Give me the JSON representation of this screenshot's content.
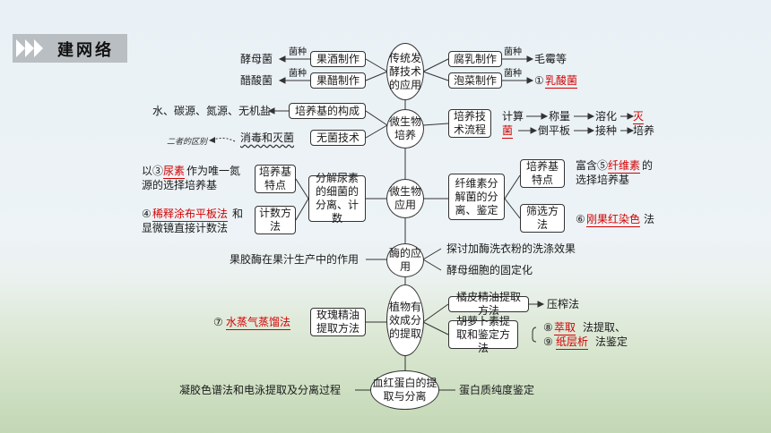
{
  "header": {
    "title": "建网络"
  },
  "center": {
    "n1": "传统发酵技术的应用",
    "n2": "微生物培养",
    "n3": "微生物应用",
    "n4": "酶的应用",
    "n5": "植物有效成分的提取",
    "n6": "血红蛋白的提取与分离"
  },
  "s1": {
    "wine": "果酒制作",
    "vinegar": "果醋制作",
    "yeast": "酵母菌",
    "acetic": "醋酸菌",
    "strain": "菌种",
    "sufu": "腐乳制作",
    "pickle": "泡菜制作",
    "mold": "毛霉等",
    "ans1_num": "①",
    "ans1": "乳酸菌"
  },
  "s2": {
    "medium": "培养基的构成",
    "medium_parts": "水、碳源、氮源、无机盐",
    "sterile": "无菌技术",
    "disinfect": "消毒和灭菌",
    "note": "二者的区别",
    "flow": "培养技术流程",
    "calc": "计算",
    "weigh": "称量",
    "dissolve": "溶化",
    "ans2a": "灭",
    "ans2b": "菌",
    "plate": "倒平板",
    "inoc": "接种",
    "culture": "培养"
  },
  "s3": {
    "urea_box": "分解尿素的细菌的分离、计数",
    "medium_feat": "培养基特点",
    "ans3_pre": "以③",
    "ans3": "尿素",
    "ans3_post": "作为唯一氮",
    "ans3_line2": "源的选择培养基",
    "count": "计数方法",
    "ans4_num": "④",
    "ans4": "稀释涂布平板法",
    "ans4_post": "和",
    "ans4_line2": "显微镜直接计数法",
    "cell_box": "纤维素分解菌的分离、鉴定",
    "feat2": "培养基特点",
    "ans5_pre": "富含⑤",
    "ans5": "纤维素",
    "ans5_post": "的",
    "ans5_line2": "选择培养基",
    "screen": "筛选方法",
    "ans6_num": "⑥",
    "ans6": "刚果红染色",
    "ans6_post": "法"
  },
  "s4": {
    "pectin": "果胶酶在果汁生产中的作用",
    "wash": "探讨加酶洗衣粉的洗涤效果",
    "immob": "酵母细胞的固定化"
  },
  "s5": {
    "rose": "玫瑰精油提取方法",
    "ans7_num": "⑦",
    "ans7": "水蒸气蒸馏法",
    "orange": "橘皮精油提取方法",
    "press": "压榨法",
    "carrot": "胡萝卜素提取和鉴定方法",
    "ans8_num": "⑧",
    "ans8": "萃取",
    "ans8_post": "法提取、",
    "ans9_num": "⑨",
    "ans9": "纸层析",
    "ans9_post": "法鉴定"
  },
  "s6": {
    "left": "凝胶色谱法和电泳提取及分离过程",
    "right": "蛋白质纯度鉴定"
  }
}
